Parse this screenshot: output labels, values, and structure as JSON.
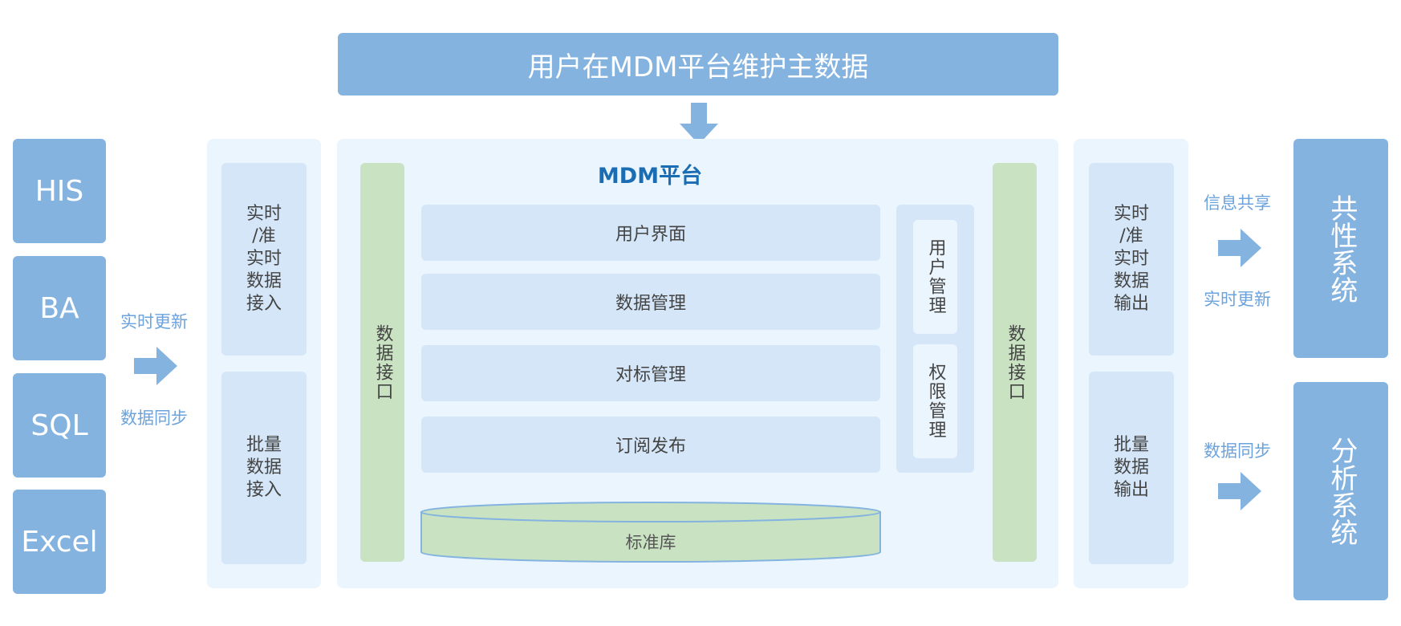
{
  "top_banner": "用户在MDM平台维护主数据",
  "sources": [
    "HIS",
    "BA",
    "SQL",
    "Excel"
  ],
  "left_labels": {
    "top": "实时更新",
    "bottom": "数据同步"
  },
  "input_panel": {
    "realtime": "实时\n/准\n实时\n数据\n接入",
    "batch": "批量\n数据\n接入"
  },
  "platform": {
    "title": "MDM平台",
    "left_interface": "数据接口",
    "right_interface": "数据接口",
    "modules": [
      "用户界面",
      "数据管理",
      "对标管理",
      "订阅发布"
    ],
    "side_modules": [
      "用户管理",
      "权限管理"
    ],
    "database": "标准库"
  },
  "output_panel": {
    "realtime": "实时\n/准\n实时\n数据\n输出",
    "batch": "批量\n数据\n输出"
  },
  "right_labels": {
    "top1": "信息共享",
    "top2": "实时更新",
    "bottom": "数据同步"
  },
  "targets": [
    "共性系统",
    "分析系统"
  ],
  "colors": {
    "primary": "#84b3e0",
    "panel": "#eaf5fd",
    "inner": "#d4e6f7",
    "interface_green": "#c9e3c2",
    "title_blue": "#1a6db3",
    "label_blue": "#6ca3dc"
  }
}
